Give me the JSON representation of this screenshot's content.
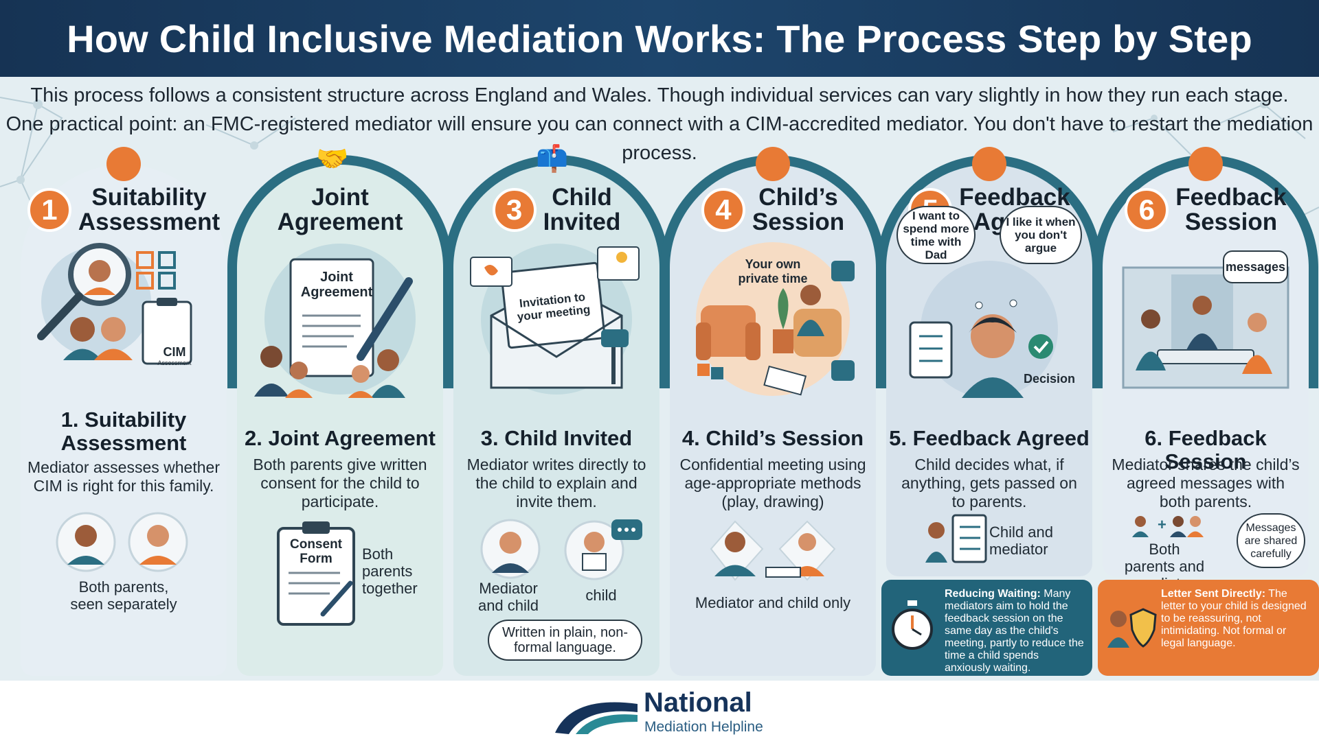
{
  "header": {
    "title": "How Child Inclusive Mediation Works: The Process Step by Step"
  },
  "intro": {
    "line1": "This process follows a consistent structure across England and Wales. Though individual services can vary slightly in how they run each stage.",
    "line2": "One practical point: an FMC-registered mediator will ensure you can connect with a CIM-accredited mediator. You don't have to restart the mediation process."
  },
  "steps": [
    {
      "num": "1",
      "head1": "Suitability",
      "head2": "Assessment",
      "title1": "1. Suitability",
      "title2": "Assessment",
      "desc": "Mediator assesses whether CIM is right for this family.",
      "badge": "CIM",
      "badge_sub": "Assessment",
      "label": "Both parents, seen separately"
    },
    {
      "head1": "Joint",
      "head2": "Agreement",
      "title": "2. Joint Agreement",
      "desc": "Both parents give written consent for the child to participate.",
      "doc_title": "Joint Agreement",
      "form_title": "Consent Form",
      "label": "Both parents together"
    },
    {
      "num": "3",
      "head1": "Child",
      "head2": "Invited",
      "title": "3. Child Invited",
      "desc": "Mediator writes directly to the child to explain and invite them.",
      "letter_text": "Invitation to your meeting",
      "label_left": "Mediator and child",
      "label_right": "child",
      "note": "Written in plain, non-formal language."
    },
    {
      "num": "4",
      "head1": "Child’s",
      "head2": "Session",
      "title": "4. Child’s Session",
      "desc": "Confidential meeting using age-appropriate methods (play, drawing)",
      "room_text": "Your own private time",
      "label": "Mediator and child only"
    },
    {
      "num": "5",
      "head1": "Feedback",
      "head2": "Agreed",
      "title": "5. Feedback Agreed",
      "desc": "Child decides what, if anything, gets passed on to parents.",
      "thought_left": "I want to spend more time with Dad",
      "thought_right": "I like it when you don't argue",
      "decision": "Decision",
      "label": "Child and mediator"
    },
    {
      "num": "6",
      "head1": "Feedback",
      "head2": "Session",
      "title": "6. Feedback Session",
      "desc": "Mediator shares the child’s agreed messages with both parents.",
      "bubble": "messages",
      "label": "Both parents and mediator",
      "note": "Messages are shared carefully"
    }
  ],
  "tips": [
    {
      "bold": "Reducing Waiting:",
      "text": " Many mediators aim to hold the feedback session on the same day as the child's meeting, partly to reduce the time a child spends anxiously waiting."
    },
    {
      "bold": "Letter Sent Directly:",
      "text": " The letter to your child is designed to be reassuring, not intimidating. Not formal or legal language."
    }
  ],
  "footer": {
    "brand": "National",
    "brand_sub": "Mediation Helpline"
  },
  "colors": {
    "navy": "#163354",
    "teal": "#2b6e82",
    "orange": "#e87a35"
  }
}
